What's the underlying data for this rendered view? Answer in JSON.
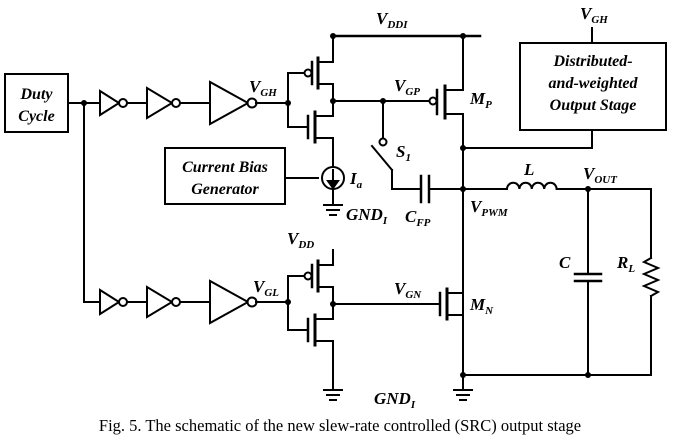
{
  "blocks": {
    "duty_cycle": [
      "Duty",
      "Cycle"
    ],
    "current_bias": [
      "Current Bias",
      "Generator"
    ],
    "output_stage": [
      "Distributed-",
      "and-weighted",
      "Output Stage"
    ]
  },
  "labels": {
    "vddi": {
      "main": "V",
      "sub": "DDI"
    },
    "vgh_top": {
      "main": "V",
      "sub": "GH"
    },
    "vgh": {
      "main": "V",
      "sub": "GH"
    },
    "vgp": {
      "main": "V",
      "sub": "GP"
    },
    "mp": {
      "main": "M",
      "sub": "P"
    },
    "s1": {
      "main": "S",
      "sub": "1"
    },
    "ia": {
      "main": "I",
      "sub": "a"
    },
    "gndi_top": {
      "main": "GND",
      "sub": "I"
    },
    "cfp": {
      "main": "C",
      "sub": "FP"
    },
    "vpwm": {
      "main": "V",
      "sub": "PWM"
    },
    "l": {
      "main": "L",
      "sub": ""
    },
    "vout": {
      "main": "V",
      "sub": "OUT"
    },
    "c": {
      "main": "C",
      "sub": ""
    },
    "rl": {
      "main": "R",
      "sub": "L"
    },
    "vdd": {
      "main": "V",
      "sub": "DD"
    },
    "vgl": {
      "main": "V",
      "sub": "GL"
    },
    "vgn": {
      "main": "V",
      "sub": "GN"
    },
    "mn": {
      "main": "M",
      "sub": "N"
    },
    "gndi_bot": {
      "main": "GND",
      "sub": "I"
    }
  },
  "caption": "Fig. 5.  The schematic of the new slew-rate controlled (SRC) output stage"
}
